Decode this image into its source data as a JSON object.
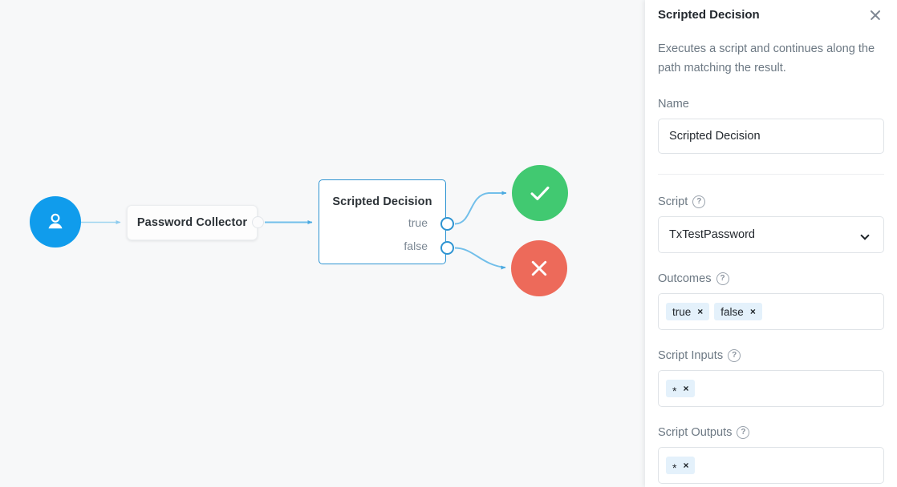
{
  "canvas": {
    "start_node": {
      "icon": "user-icon",
      "color": "#109cec"
    },
    "nodes": [
      {
        "id": "password-collector",
        "title": "Password Collector"
      },
      {
        "id": "scripted-decision",
        "title": "Scripted Decision",
        "outcomes": [
          "true",
          "false"
        ],
        "selected": true,
        "border_color": "#2e94d2"
      }
    ],
    "terminals": [
      {
        "id": "success",
        "icon": "check-icon",
        "color": "#41c971"
      },
      {
        "id": "failure",
        "icon": "cross-icon",
        "color": "#ed6a5a"
      }
    ],
    "edge_color": "#72bfea",
    "background": "#f7f8f9"
  },
  "panel": {
    "title": "Scripted Decision",
    "close_icon": "close-icon",
    "description": "Executes a script and continues along the path matching the result.",
    "name": {
      "label": "Name",
      "value": "Scripted Decision"
    },
    "script": {
      "label": "Script",
      "help_icon": "help-icon",
      "value": "TxTestPassword",
      "chevron_icon": "chevron-down-icon"
    },
    "outcomes": {
      "label": "Outcomes",
      "help_icon": "help-icon",
      "chips": [
        {
          "label": "true",
          "remove": "×"
        },
        {
          "label": "false",
          "remove": "×"
        }
      ]
    },
    "script_inputs": {
      "label": "Script Inputs",
      "help_icon": "help-icon",
      "chips": [
        {
          "label": "*",
          "remove": "×"
        }
      ]
    },
    "script_outputs": {
      "label": "Script Outputs",
      "help_icon": "help-icon",
      "chips": [
        {
          "label": "*",
          "remove": "×"
        }
      ]
    },
    "help_glyph": "?"
  }
}
